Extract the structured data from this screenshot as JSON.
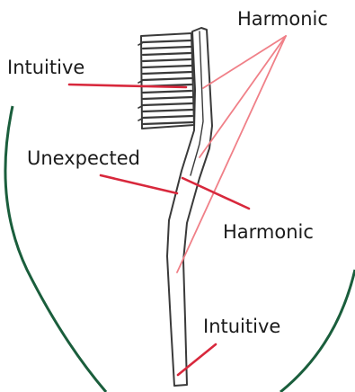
{
  "labels": {
    "harmonic_top": "Harmonic",
    "intuitive_top": "Intuitive",
    "unexpected": "Unexpected",
    "harmonic_mid": "Harmonic",
    "intuitive_bottom": "Intuitive"
  },
  "colors": {
    "leader_strong": "#d8283c",
    "leader_light": "#f08088",
    "outline_green": "#1a5e3c",
    "sketch": "#3a3a3a"
  }
}
